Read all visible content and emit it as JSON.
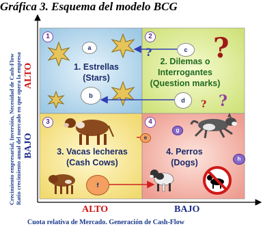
{
  "title": "Gráfica 3. Esquema del modelo BCG",
  "y_axis_text": {
    "line1": "Crecimiento empresarial, Inversión, Necesidad de Cash-Flow",
    "line2": "Ratio crecimiento anual del mercado en que opera la empresa"
  },
  "side_labels": {
    "alto": "ALTO",
    "bajo": "BAJO"
  },
  "bottom_labels": {
    "alto": "ALTO",
    "bajo": "BAJO"
  },
  "x_axis_text": "Cuota relativa de Mercado. Generación de Cash-Flow",
  "quadrants": [
    {
      "number": "1",
      "line1": "1. Estrellas",
      "line2": "(Stars)",
      "color": "#b8d8ec"
    },
    {
      "number": "2",
      "line1": "2. Dilemas o",
      "line2": "Interrogantes",
      "line3": "(Question marks)",
      "color": "#e2efa0"
    },
    {
      "number": "3",
      "line1": "3. Vacas lecheras",
      "line2": "(Cash Cows)",
      "color": "#f8e898"
    },
    {
      "number": "4",
      "line1": "4. Perros",
      "line2": "(Dogs)",
      "color": "#f2b0a8"
    }
  ],
  "bubbles": {
    "a": "a",
    "b": "b",
    "c": "c",
    "d": "d",
    "e": "e",
    "f": "f",
    "g": "g",
    "h": "h"
  },
  "icons": [
    "star-icon",
    "question-mark-icon",
    "cow-icon",
    "dog-icon",
    "no-dogs-sign-icon"
  ]
}
